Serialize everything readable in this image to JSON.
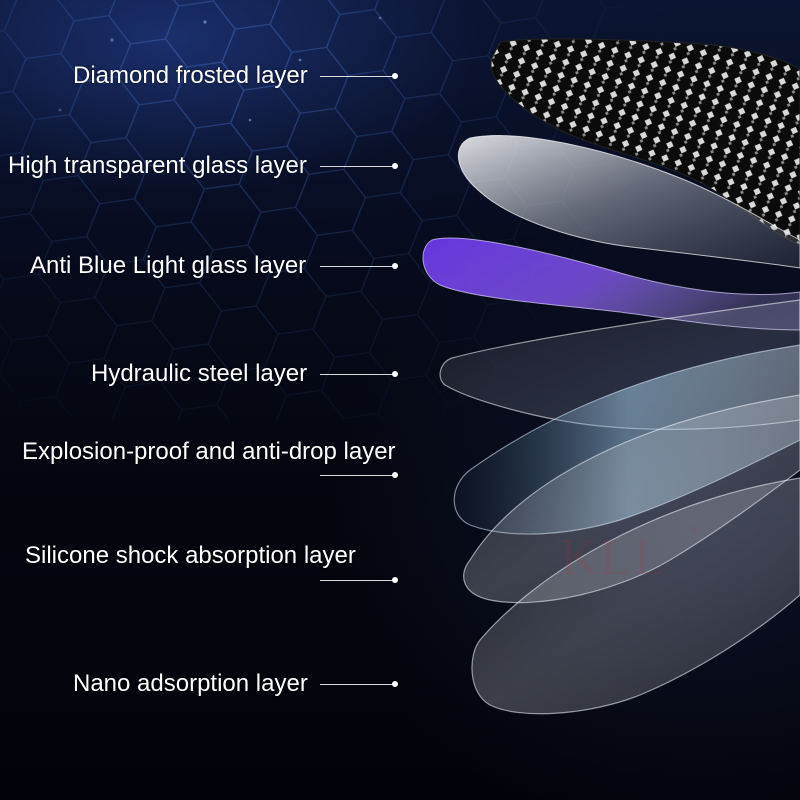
{
  "labels": {
    "diamond": "Diamond frosted layer",
    "high_transparent": "High transparent glass layer",
    "anti_blue": "Anti Blue Light glass layer",
    "hydraulic": "Hydraulic steel layer",
    "explosion": "Explosion-proof and anti-drop layer",
    "silicone": "Silicone shock absorption layer",
    "nano": "Nano adsorption layer"
  },
  "watermark": {
    "text": "KLL",
    "mark": "®"
  },
  "colors": {
    "background": "#03050c",
    "label": "#ffffff",
    "anti_blue_tint": "#7a3cff"
  }
}
